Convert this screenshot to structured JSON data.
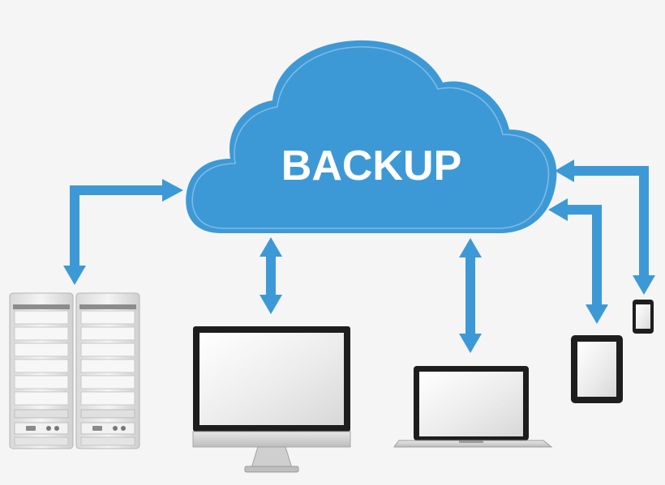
{
  "cloud": {
    "label": "BACKUP",
    "color": "#3d99d6",
    "label_color": "#ffffff"
  },
  "arrow_color": "#3d99d6",
  "devices": [
    {
      "name": "server-rack",
      "icon": "server-icon"
    },
    {
      "name": "desktop-monitor",
      "icon": "monitor-icon"
    },
    {
      "name": "laptop",
      "icon": "laptop-icon"
    },
    {
      "name": "tablet",
      "icon": "tablet-icon"
    },
    {
      "name": "smartphone",
      "icon": "phone-icon"
    }
  ]
}
